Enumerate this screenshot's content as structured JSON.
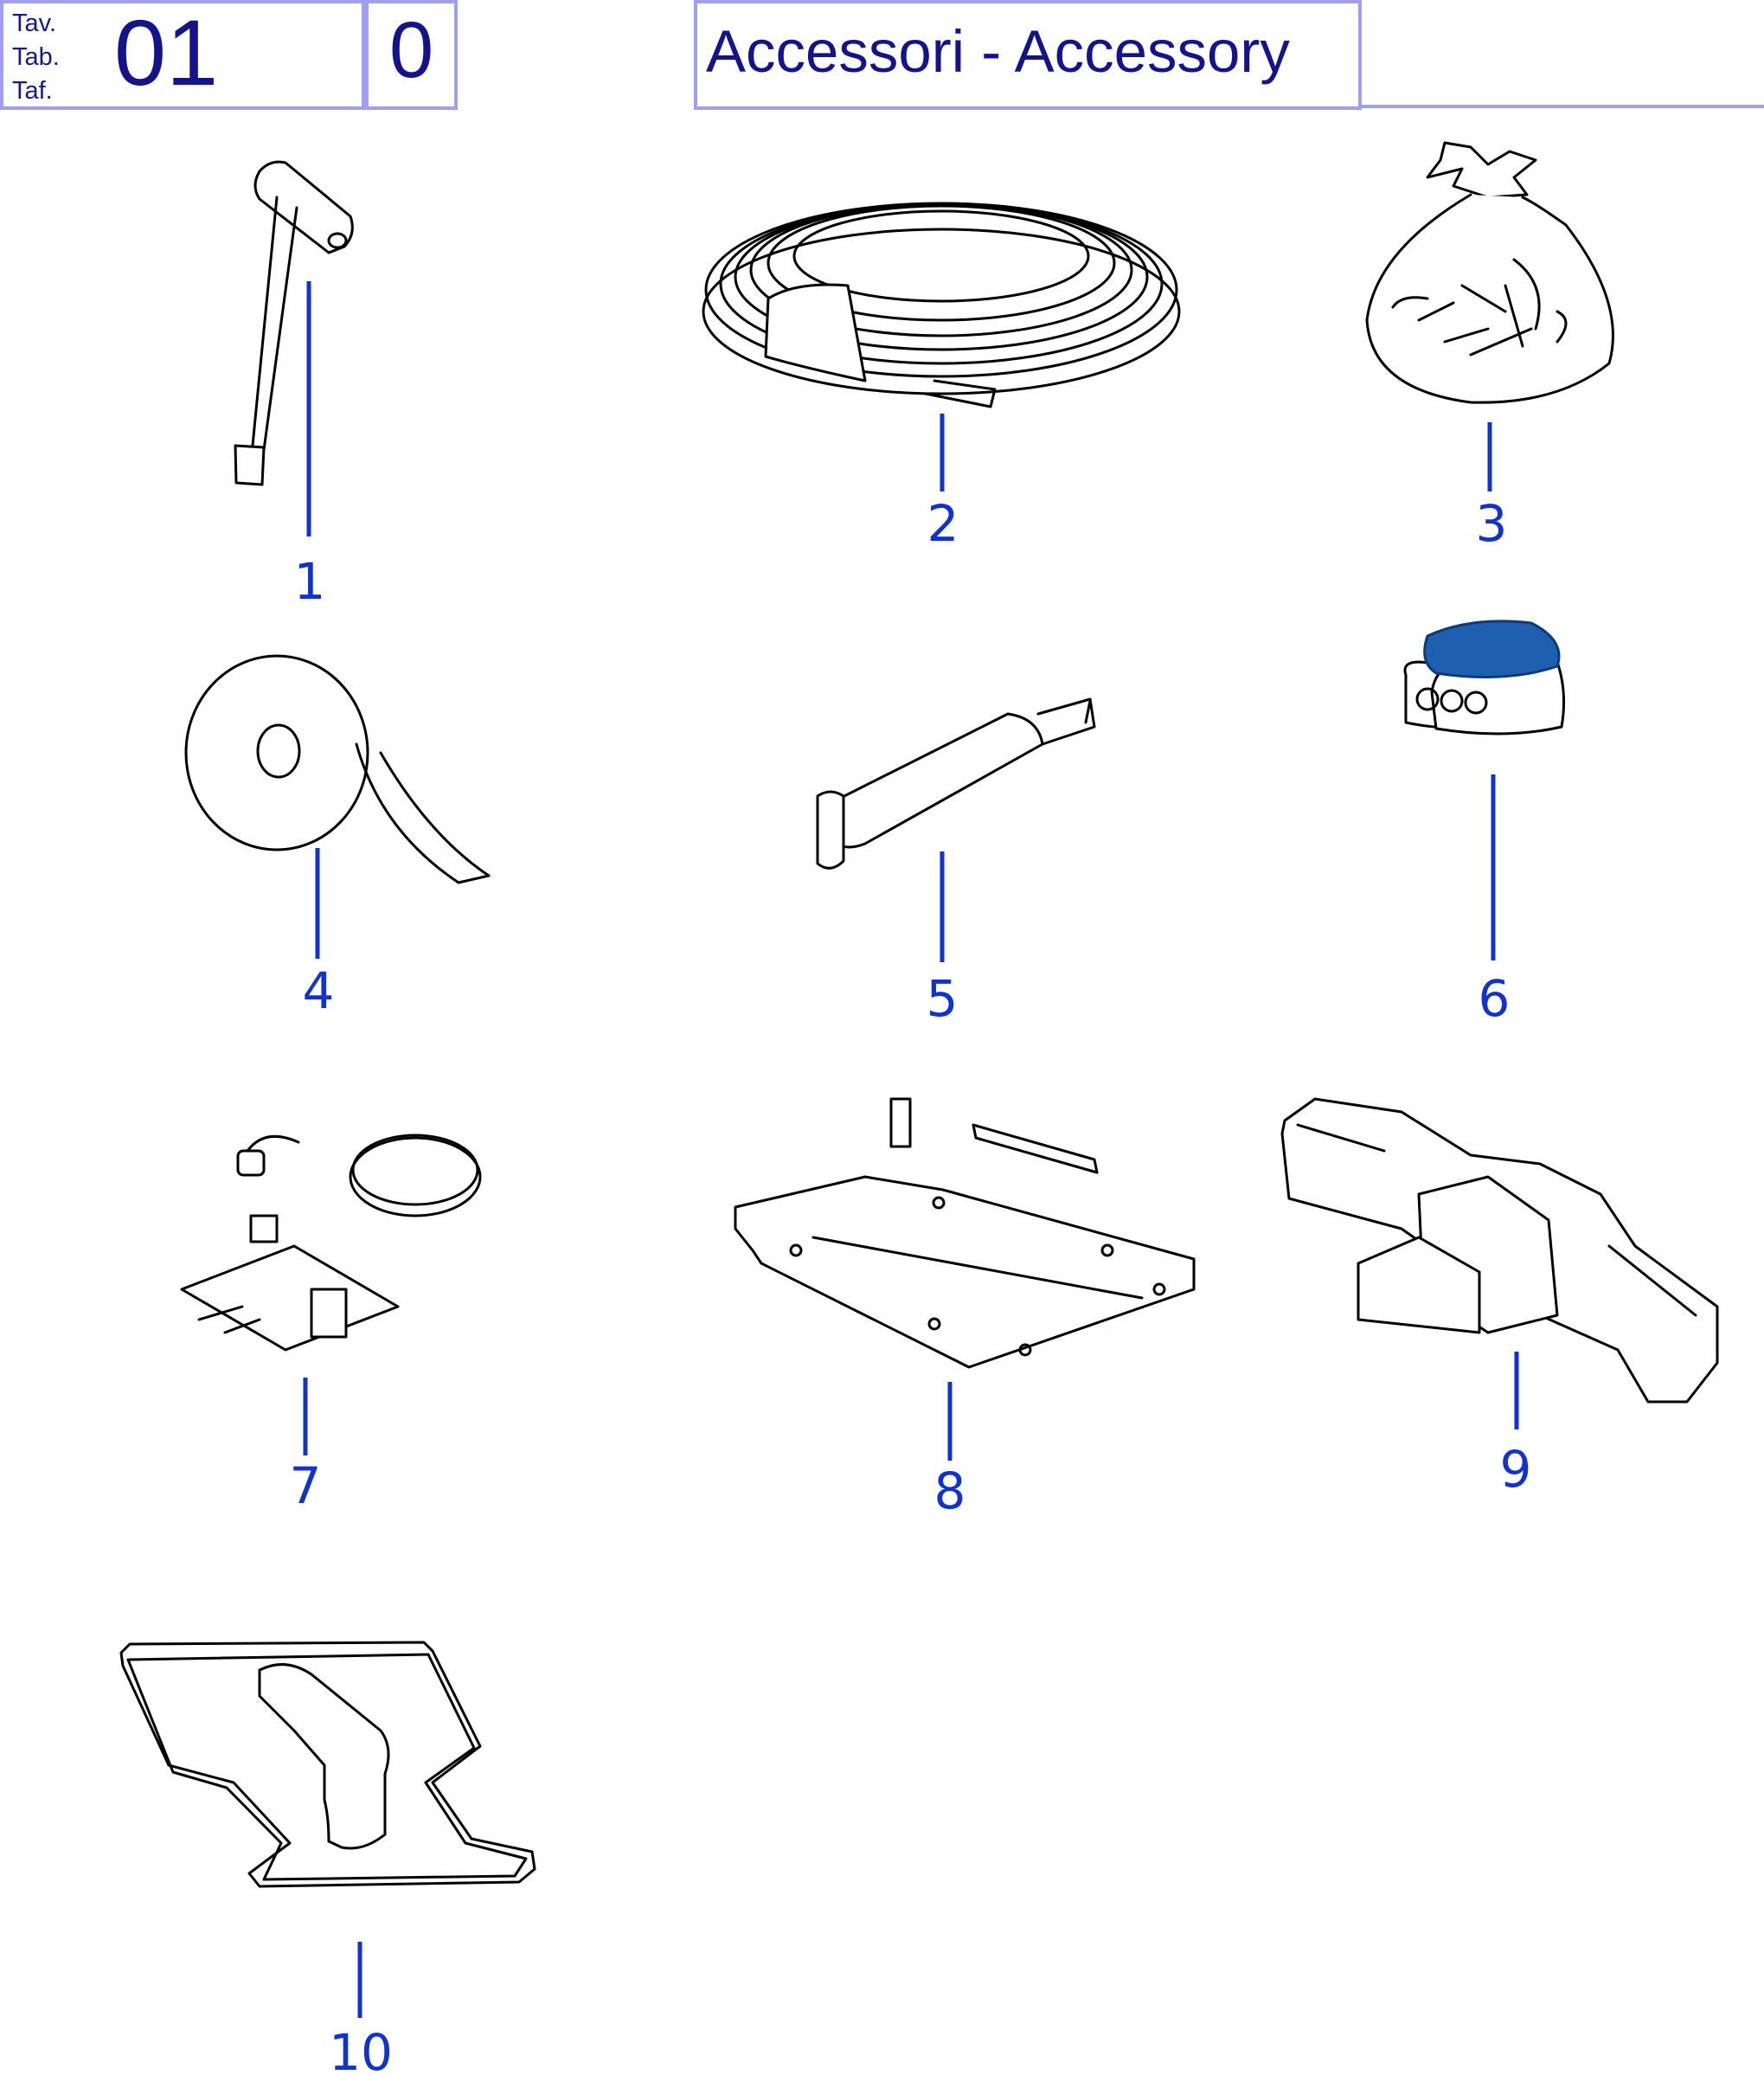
{
  "header": {
    "table_labels": [
      "Tav.",
      "Tab.",
      "Taf."
    ],
    "table_number": "01",
    "revision": "0",
    "title": "Accessori - Accessory"
  },
  "colors": {
    "header_border": "#9f9ff0",
    "header_text": "#14148a",
    "callout": "#1133cc",
    "connector_cap": "#1f5fb0"
  },
  "parts": [
    {
      "callout": "1",
      "icon": "t-handle-hex-key-icon"
    },
    {
      "callout": "2",
      "icon": "wire-coil-icon"
    },
    {
      "callout": "3",
      "icon": "stake-bag-icon"
    },
    {
      "callout": "4",
      "icon": "tape-roll-icon"
    },
    {
      "callout": "5",
      "icon": "grease-tube-icon"
    },
    {
      "callout": "6",
      "icon": "wire-connector-icon"
    },
    {
      "callout": "7",
      "icon": "circuit-board-icon"
    },
    {
      "callout": "8",
      "icon": "base-plate-icon"
    },
    {
      "callout": "9",
      "icon": "housing-block-icon"
    },
    {
      "callout": "10",
      "icon": "gasket-icon"
    }
  ]
}
